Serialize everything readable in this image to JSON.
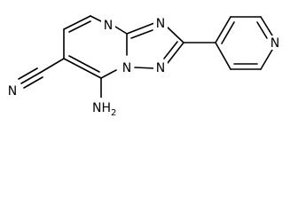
{
  "molecule": {
    "atoms": {
      "n_ring_top": "N",
      "n_triazole_right": "N",
      "n_triazole_bridge": "N",
      "n_triazole_bottom": "N",
      "n_pyridine": "N",
      "n_nitrile": "N",
      "nh2_n": "NH",
      "nh2_sub": "2"
    }
  }
}
